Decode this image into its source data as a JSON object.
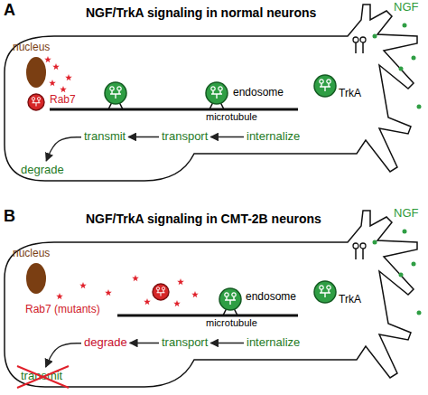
{
  "diagram": {
    "nodes": [
      {
        "text": [
          "transmit"
        ]
      },
      {
        "text": [
          "transport"
        ]
      },
      {
        "text": [
          "internalize"
        ]
      },
      {
        "text": [
          "degrade"
        ]
      },
      {
        "text": [
          "degrade"
        ]
      },
      {
        "text": [
          "transport"
        ]
      },
      {
        "text": [
          "internalize"
        ]
      },
      {
        "text": [
          "transmit"
        ]
      }
    ],
    "edges": [
      {
        "from": 2,
        "to": 1,
        "arrow": "to"
      },
      {
        "from": 1,
        "to": 0,
        "arrow": "to"
      },
      {
        "from": 0,
        "to": 3,
        "arrow": "to"
      },
      {
        "from": 6,
        "to": 5,
        "arrow": "to"
      },
      {
        "from": 5,
        "to": 4,
        "arrow": "to"
      },
      {
        "from": 4,
        "to": 7,
        "arrow": "to"
      }
    ],
    "labels": [
      "A",
      "NGF/TrkA signaling in normal neurons",
      "NGF",
      "nucleus",
      "endosome",
      "TrkA",
      "microtubule",
      "Rab7",
      "B",
      "NGF/TrkA signaling in CMT-2B neurons",
      "NGF",
      "nucleus",
      "Rab7 (mutants)",
      "endosome",
      "TrkA",
      "microtubule"
    ]
  }
}
